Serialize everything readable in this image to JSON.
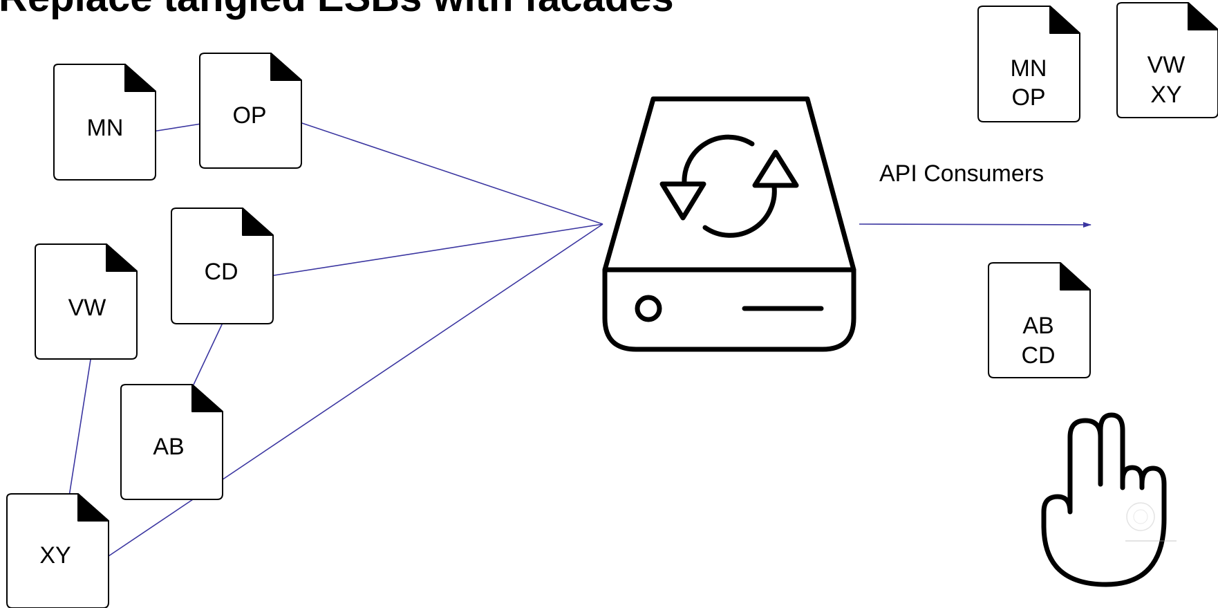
{
  "title": "Replace tangled ESBs with facades",
  "tangled_docs": {
    "mn": "MN",
    "op": "OP",
    "cd": "CD",
    "vw": "VW",
    "ab": "AB",
    "xy": "XY"
  },
  "facade_docs": {
    "mn_op": [
      "MN",
      "OP"
    ],
    "vw_xy": [
      "VW",
      "XY"
    ],
    "ab_cd": [
      "AB",
      "CD"
    ]
  },
  "api_label": "API Consumers",
  "icons": {
    "hub": "server-sync-icon",
    "hand": "hand-stop-icon",
    "watermark": "watermark-logo-icon"
  },
  "colors": {
    "connector": "#3a35a0",
    "stroke": "#000000"
  }
}
